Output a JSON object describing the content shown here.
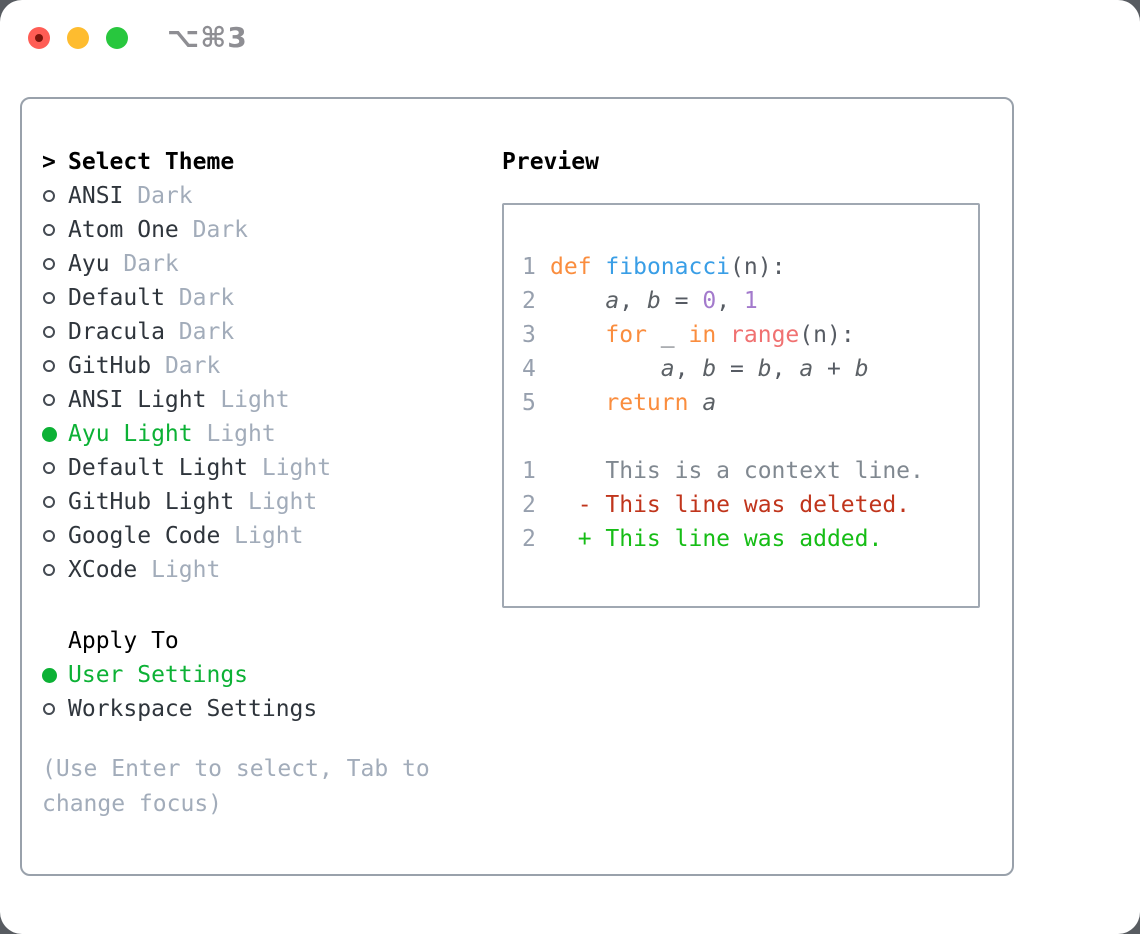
{
  "window": {
    "shortcut": "⌥⌘3",
    "traffic_lights": {
      "close": "close",
      "minimize": "minimize",
      "zoom": "zoom"
    }
  },
  "theme_panel": {
    "prompt": ">",
    "title": "Select Theme",
    "themes": [
      {
        "name": "ANSI",
        "tag": "Dark",
        "selected": false
      },
      {
        "name": "Atom One",
        "tag": "Dark",
        "selected": false
      },
      {
        "name": "Ayu",
        "tag": "Dark",
        "selected": false
      },
      {
        "name": "Default",
        "tag": "Dark",
        "selected": false
      },
      {
        "name": "Dracula",
        "tag": "Dark",
        "selected": false
      },
      {
        "name": "GitHub",
        "tag": "Dark",
        "selected": false
      },
      {
        "name": "ANSI Light",
        "tag": "Light",
        "selected": false
      },
      {
        "name": "Ayu Light",
        "tag": "Light",
        "selected": true
      },
      {
        "name": "Default Light",
        "tag": "Light",
        "selected": false
      },
      {
        "name": "GitHub Light",
        "tag": "Light",
        "selected": false
      },
      {
        "name": "Google Code",
        "tag": "Light",
        "selected": false
      },
      {
        "name": "XCode",
        "tag": "Light",
        "selected": false
      }
    ],
    "apply_to": {
      "label": "Apply To",
      "options": [
        {
          "label": "User Settings",
          "selected": true
        },
        {
          "label": "Workspace Settings",
          "selected": false
        }
      ]
    },
    "help": [
      "(Use Enter to select, Tab to",
      "change focus)"
    ]
  },
  "preview": {
    "title": "Preview",
    "code_lines": [
      {
        "num": "1",
        "tokens": [
          {
            "text": "def",
            "type": "keyword"
          },
          {
            "text": " ",
            "type": "plain"
          },
          {
            "text": "fibonacci",
            "type": "function"
          },
          {
            "text": "(n):",
            "type": "plain"
          }
        ]
      },
      {
        "num": "2",
        "tokens": [
          {
            "text": "    ",
            "type": "plain"
          },
          {
            "text": "a",
            "type": "variable"
          },
          {
            "text": ", ",
            "type": "plain"
          },
          {
            "text": "b",
            "type": "variable"
          },
          {
            "text": " = ",
            "type": "plain"
          },
          {
            "text": "0",
            "type": "number"
          },
          {
            "text": ", ",
            "type": "plain"
          },
          {
            "text": "1",
            "type": "number"
          }
        ]
      },
      {
        "num": "3",
        "tokens": [
          {
            "text": "    ",
            "type": "plain"
          },
          {
            "text": "for",
            "type": "keyword"
          },
          {
            "text": " _ ",
            "type": "plain"
          },
          {
            "text": "in",
            "type": "keyword"
          },
          {
            "text": " ",
            "type": "plain"
          },
          {
            "text": "range",
            "type": "builtin"
          },
          {
            "text": "(n):",
            "type": "plain"
          }
        ]
      },
      {
        "num": "4",
        "tokens": [
          {
            "text": "        ",
            "type": "plain"
          },
          {
            "text": "a",
            "type": "variable"
          },
          {
            "text": ", ",
            "type": "plain"
          },
          {
            "text": "b",
            "type": "variable"
          },
          {
            "text": " = ",
            "type": "plain"
          },
          {
            "text": "b",
            "type": "variable"
          },
          {
            "text": ", ",
            "type": "plain"
          },
          {
            "text": "a",
            "type": "variable"
          },
          {
            "text": " + ",
            "type": "plain"
          },
          {
            "text": "b",
            "type": "variable"
          }
        ]
      },
      {
        "num": "5",
        "tokens": [
          {
            "text": "    ",
            "type": "plain"
          },
          {
            "text": "return",
            "type": "keyword"
          },
          {
            "text": " ",
            "type": "plain"
          },
          {
            "text": "a",
            "type": "variable"
          }
        ]
      }
    ],
    "diff_lines": [
      {
        "num": "1",
        "text": "    This is a context line.",
        "type": "context"
      },
      {
        "num": "2",
        "text": "  - This line was deleted.",
        "type": "deleted"
      },
      {
        "num": "2",
        "text": "  + This line was added.",
        "type": "added"
      }
    ]
  },
  "colors": {
    "keyword": "#fa8d3e",
    "function": "#399ee6",
    "builtin": "#f07171",
    "number": "#a37acc",
    "plain": "#565b63",
    "variable": "#5c6166",
    "line_number": "#97a0ae",
    "context": "#808890",
    "deleted": "#c0351c",
    "added": "#16bd16",
    "selection_green": "#0cb135",
    "list_text": "#2f353c",
    "dim_text": "#a2acba"
  }
}
